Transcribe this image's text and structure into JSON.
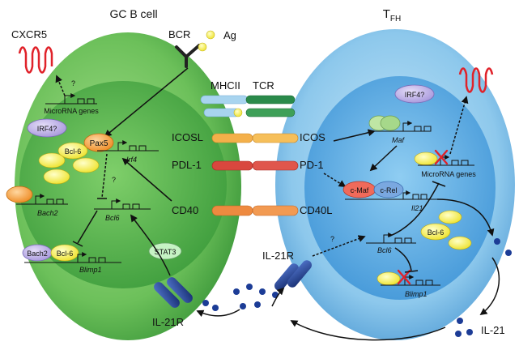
{
  "cells": {
    "gc_b_cell": "GC B cell",
    "tfh_main": "T",
    "tfh_sub": "FH"
  },
  "left": {
    "cxcr5": "CXCR5",
    "bcr": "BCR",
    "ag": "Ag",
    "q1": "?",
    "q2": "?",
    "microrna": "MicroRNA genes",
    "irf4": "IRF4?",
    "bcl6_protein": "Bcl-6",
    "pax5": "Pax5",
    "irf4_gene": "Irf4",
    "bach2_gene": "Bach2",
    "bcl6_gene": "Bcl6",
    "bach2_protein": "Bach2",
    "bcl6_protein_2": "Bcl-6",
    "blimp1_gene": "Blimp1",
    "stat3": "STAT3",
    "il21r": "IL-21R"
  },
  "middle": {
    "mhcii": "MHCII",
    "tcr": "TCR",
    "icosl": "ICOSL",
    "icos": "ICOS",
    "pdl1": "PDL-1",
    "pd1": "PD-1",
    "cd40": "CD40",
    "cd40l": "CD40L"
  },
  "right": {
    "irf4": "IRF4?",
    "maf_gene": "Maf",
    "microrna": "MicroRNA genes",
    "cmaf": "c-Maf",
    "crel": "c-Rel",
    "il21_gene": "Il21",
    "q": "?",
    "il21r": "IL-21R",
    "bcl6_protein": "Bcl-6",
    "bcl6_gene": "Bcl6",
    "blimp1_gene": "Blimp1",
    "il21": "IL-21"
  },
  "colors": {
    "b_cell_outer": "#6cc05a",
    "b_cell_nucleus": "#4aa845",
    "t_cell_outer": "#8dc8ec",
    "t_cell_nucleus": "#5fb0e4",
    "receptor_dark_blue": "#1f3f8f",
    "il21_dot": "#1c3c96",
    "cxcr5_red": "#e0222a",
    "orange": "#f4a040",
    "yellow": "#f7f046",
    "lavender": "#b5a6e0"
  }
}
